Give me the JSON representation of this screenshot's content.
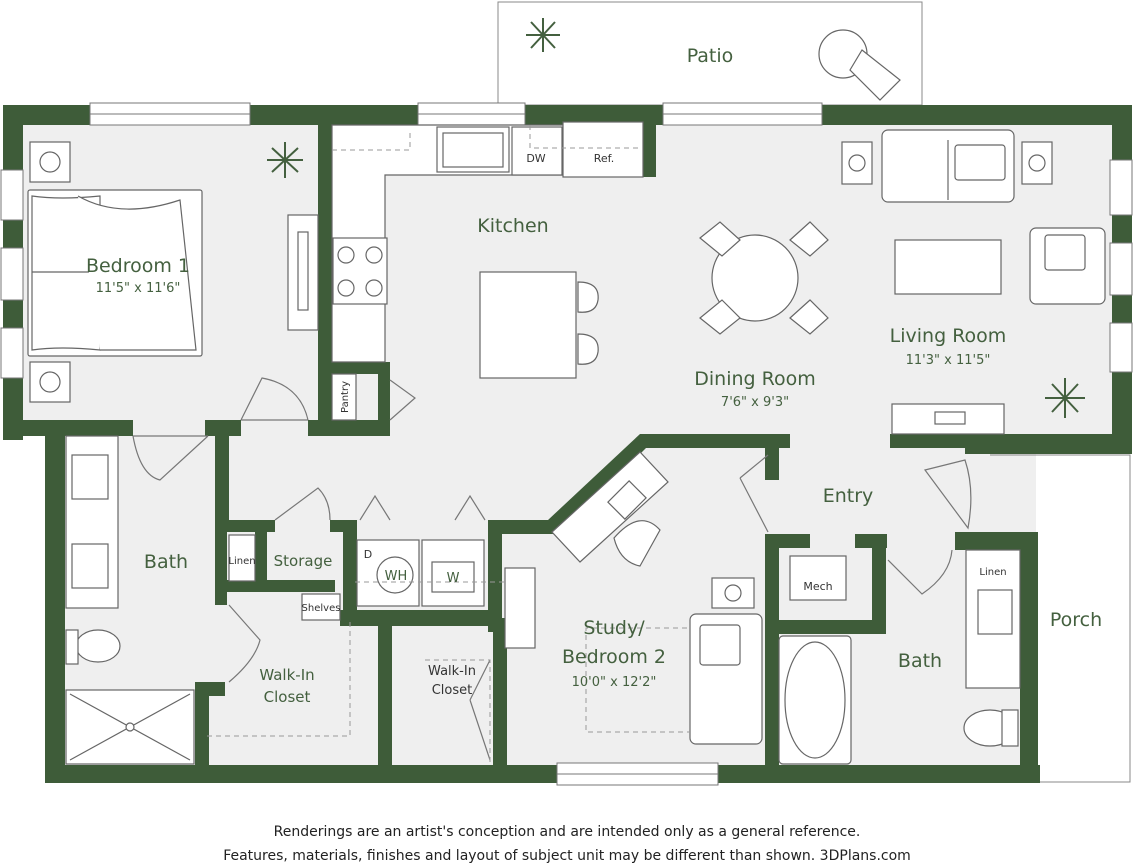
{
  "rooms": {
    "patio": {
      "name": "Patio"
    },
    "bedroom1": {
      "name": "Bedroom 1",
      "dims": "11'5\" x 11'6\""
    },
    "kitchen": {
      "name": "Kitchen"
    },
    "dw": "DW",
    "ref": "Ref.",
    "pantry": "Pantry",
    "dining": {
      "name": "Dining Room",
      "dims": "7'6\" x 9'3\""
    },
    "living": {
      "name": "Living Room",
      "dims": "11'3\" x 11'5\""
    },
    "bath1": {
      "name": "Bath"
    },
    "linen1": "Linen",
    "storage": "Storage",
    "shelves": "Shelves",
    "dryer": "D",
    "water_heater": "WH",
    "washer": "W",
    "walkin1": {
      "line1": "Walk-In",
      "line2": "Closet"
    },
    "walkin2": {
      "line1": "Walk-In",
      "line2": "Closet"
    },
    "study": {
      "line1": "Study/",
      "line2": "Bedroom 2",
      "dims": "10'0\" x 12'2\""
    },
    "entry": {
      "name": "Entry"
    },
    "mech": "Mech",
    "bath2": {
      "name": "Bath"
    },
    "linen2": "Linen",
    "porch": {
      "name": "Porch"
    }
  },
  "disclaimer": {
    "line1": "Renderings are an artist's conception and are intended only as a general reference.",
    "line2": "Features, materials, finishes and layout of subject unit may be different than shown. 3DPlans.com"
  },
  "colors": {
    "wall": "#3e5c39",
    "floor": "#efefef",
    "label": "#44603f"
  }
}
